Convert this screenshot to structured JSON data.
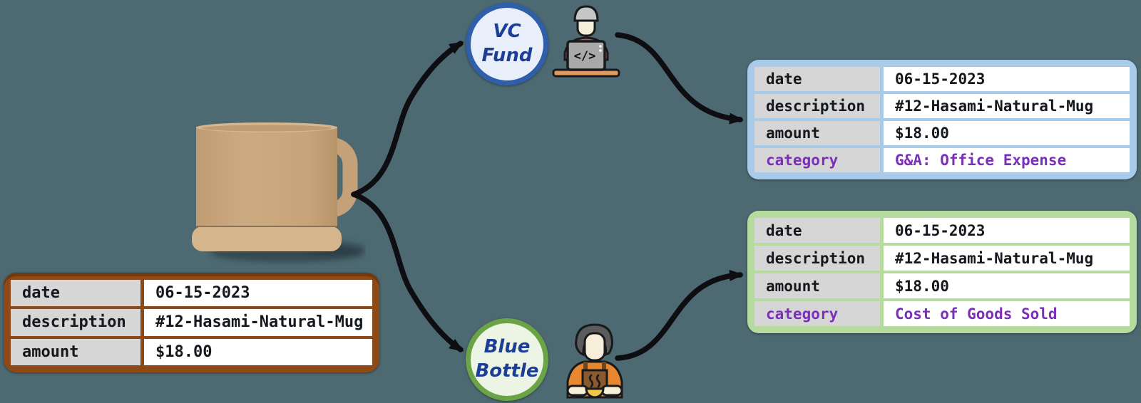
{
  "colors": {
    "background": "#4d6972",
    "mug_frame": "#8d4a16",
    "vc_frame": "#a9cbea",
    "bb_frame": "#b7da9e",
    "label_cell": "#d6d6d6",
    "value_cell": "#ffffff",
    "table_text": "#15181c",
    "category_text": "#7b2fb8",
    "circle_text": "#1d3e96",
    "vc_circle_border": "#2f5fa8",
    "vc_circle_fill": "#e9effa",
    "bb_circle_border": "#6ba447",
    "bb_circle_fill": "#ecf5e4",
    "arrow": "#0d0d12"
  },
  "source_transaction": {
    "rows": [
      {
        "label": "date",
        "value": "06-15-2023"
      },
      {
        "label": "description",
        "value": "#12-Hasami-Natural-Mug"
      },
      {
        "label": "amount",
        "value": "$18.00"
      }
    ]
  },
  "vc_fund": {
    "circle_line1": "VC",
    "circle_line2": "Fund",
    "rows": [
      {
        "label": "date",
        "value": "06-15-2023"
      },
      {
        "label": "description",
        "value": "#12-Hasami-Natural-Mug"
      },
      {
        "label": "amount",
        "value": "$18.00"
      },
      {
        "label": "category",
        "value": "G&A: Office Expense"
      }
    ]
  },
  "blue_bottle": {
    "circle_line1": "Blue",
    "circle_line2": "Bottle",
    "rows": [
      {
        "label": "date",
        "value": "06-15-2023"
      },
      {
        "label": "description",
        "value": "#12-Hasami-Natural-Mug"
      },
      {
        "label": "amount",
        "value": "$18.00"
      },
      {
        "label": "category",
        "value": "Cost of Goods Sold"
      }
    ]
  },
  "icons": {
    "product_image": "hasami-natural-mug-photo",
    "vc_icon": "coder-at-laptop",
    "blue_bottle_icon": "barista-holding-coffee"
  }
}
